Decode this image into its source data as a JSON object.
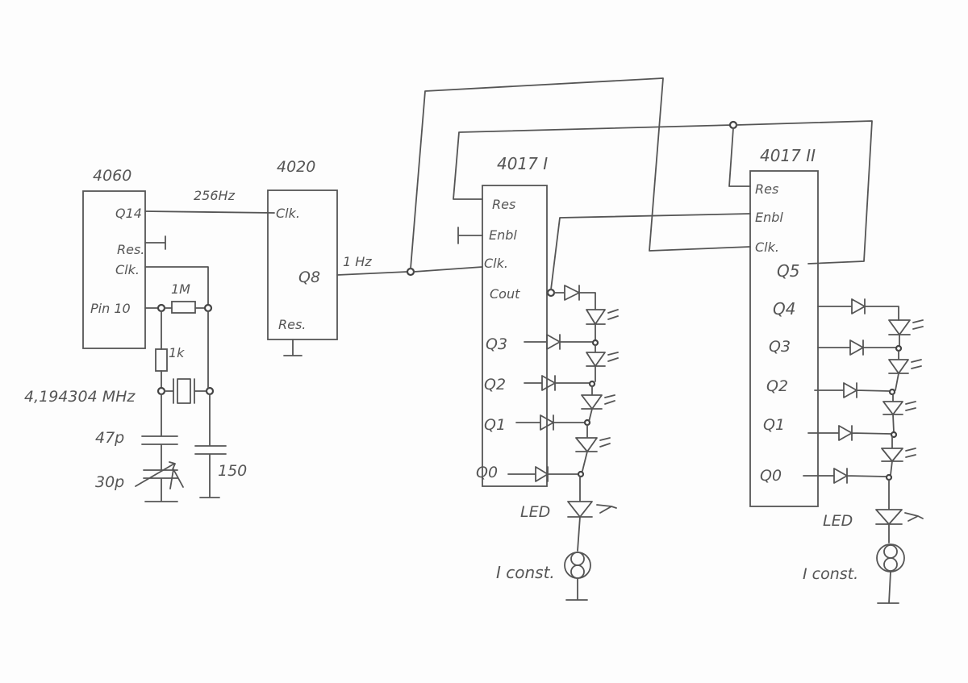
{
  "chips": {
    "c4060": {
      "title": "4060",
      "q14": "Q14",
      "res": "Res.",
      "clk": "Clk.",
      "pin10": "Pin 10"
    },
    "c4020": {
      "title": "4020",
      "clk": "Clk.",
      "q8": "Q8",
      "res": "Res."
    },
    "c4017a": {
      "title": "4017 I",
      "res": "Res",
      "enbl": "Enbl",
      "clk": "Clk.",
      "cout": "Cout",
      "outputs": [
        "Q3",
        "Q2",
        "Q1",
        "Q0"
      ]
    },
    "c4017b": {
      "title": "4017 II",
      "res": "Res",
      "enbl": "Enbl",
      "clk": "Clk.",
      "q5": "Q5",
      "outputs": [
        "Q4",
        "Q3",
        "Q2",
        "Q1",
        "Q0"
      ]
    }
  },
  "labels": {
    "freq1": "256Hz",
    "freq2": "1 Hz",
    "r1": "1M",
    "r2": "1k",
    "crystal": "4,194304 MHz",
    "c1": "47p",
    "c2": "30p",
    "c3": "150",
    "led1": "LED",
    "led2": "LED",
    "isrc1": "I const.",
    "isrc2": "I const."
  }
}
